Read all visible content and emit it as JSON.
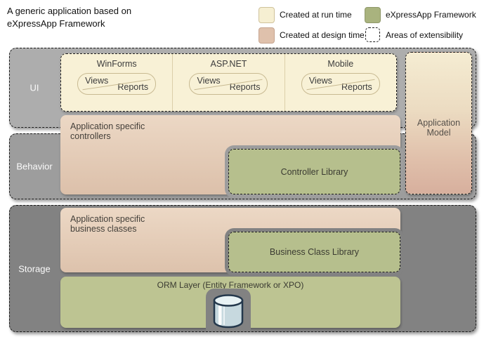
{
  "title": "A generic application based on\neXpressApp Framework",
  "legend": {
    "items": [
      {
        "label": "Created at run time",
        "color": "#f6efd2",
        "icon": "runtime-swatch-icon"
      },
      {
        "label": "eXpressApp Framework",
        "color": "#a9b37e",
        "icon": "framework-swatch-icon"
      },
      {
        "label": "Created at design time",
        "color": "#dfc1ac",
        "icon": "designtime-swatch-icon"
      },
      {
        "label": "Areas of extensibility",
        "color": "#ffffff",
        "icon": "extensibility-swatch-icon"
      }
    ]
  },
  "diagram": {
    "bands": [
      {
        "label": "UI"
      },
      {
        "label": "Behavior"
      },
      {
        "label": "Storage"
      }
    ],
    "ui": {
      "platforms": [
        {
          "name": "WinForms",
          "views": "Views",
          "reports": "Reports"
        },
        {
          "name": "ASP.NET",
          "views": "Views",
          "reports": "Reports"
        },
        {
          "name": "Mobile",
          "views": "Views",
          "reports": "Reports"
        }
      ]
    },
    "application_model": "Application\nModel",
    "controllers": "Application specific\ncontrollers",
    "controller_library": "Controller Library",
    "business_classes": "Application specific\nbusiness classes",
    "business_class_library": "Business Class Library",
    "orm_layer": "ORM Layer (Entity Framework or XPO)",
    "database_icon": "database-cylinder-icon"
  },
  "colors": {
    "band_ui": "#adadad",
    "band_behavior": "#9d9d9d",
    "band_storage": "#828282",
    "runtime_cream": "#f8f1d6",
    "designtime_tan": "#e2c7b1",
    "framework_green": "#b6bf8d",
    "app_model_gradient_top": "#f5ecd2",
    "app_model_gradient_bottom": "#d7af9d",
    "dashed_border": "#1b1b1b"
  }
}
